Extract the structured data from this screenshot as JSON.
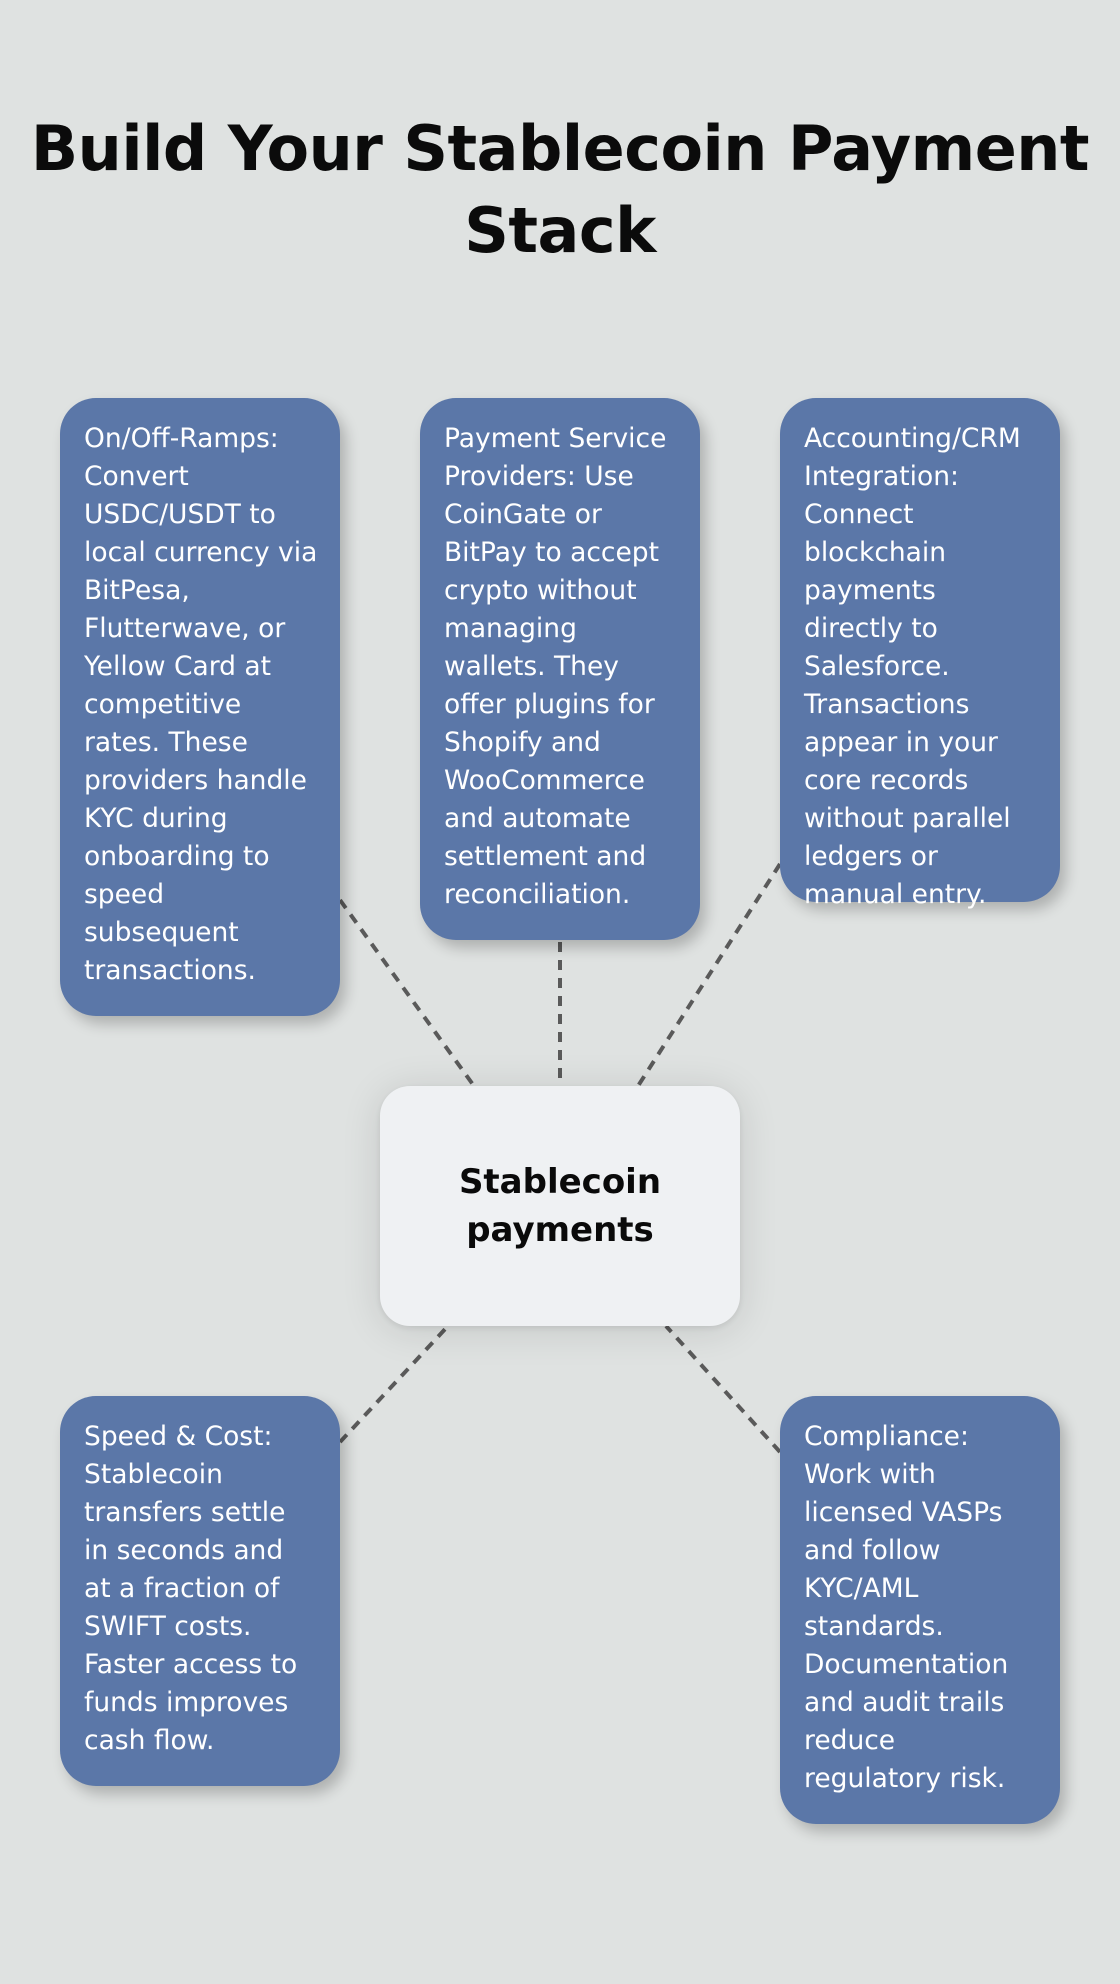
{
  "title": "Build Your Stablecoin Payment Stack",
  "center": {
    "label": "Stablecoin payments"
  },
  "nodes": [
    {
      "id": "on-off-ramps",
      "text": "On/Off-Ramps: Convert USDC/USDT to local currency via BitPesa, Flutterwave, or Yellow Card at competitive rates. These providers handle KYC during onboarding to speed subsequent transactions."
    },
    {
      "id": "payment-service-providers",
      "text": "Payment Service Providers: Use CoinGate or BitPay to accept crypto without managing wallets. They offer plugins for Shopify and WooCommerce and automate settlement and reconciliation."
    },
    {
      "id": "accounting-crm-integration",
      "text": "Accounting/CRM Integration: Connect blockchain payments directly to Salesforce. Transactions appear in your core records without parallel ledgers or manual entry."
    },
    {
      "id": "speed-cost",
      "text": "Speed & Cost: Stablecoin transfers settle in seconds and at a fraction of SWIFT costs. Faster access to funds improves cash flow."
    },
    {
      "id": "compliance",
      "text": "Compliance: Work with licensed VASPs and follow KYC/AML standards. Documentation and audit trails reduce regulatory risk."
    }
  ],
  "colors": {
    "background": "#dfe2e1",
    "node_fill": "#5b77a8",
    "node_text": "#ffffff",
    "center_fill": "#eff1f3",
    "connector": "#5a5a5a"
  }
}
